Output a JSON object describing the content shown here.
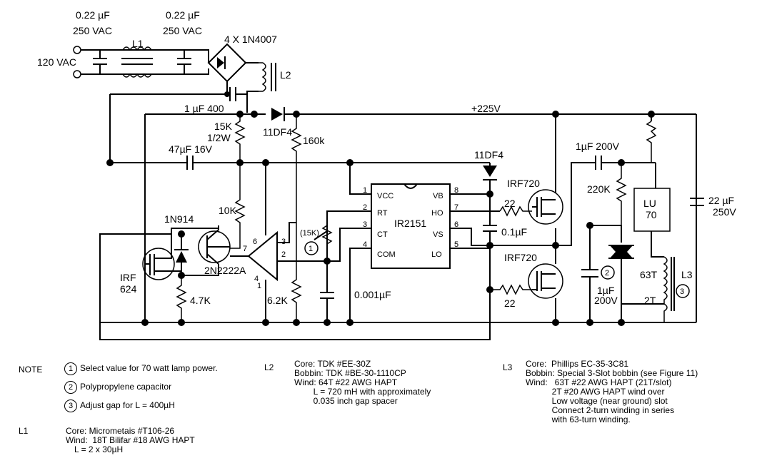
{
  "labels": {
    "cap_in1_val": "0.22 µF",
    "cap_in1_rating": "250 VAC",
    "cap_in2_val": "0.22 µF",
    "cap_in2_rating": "250 VAC",
    "ac_input": "120 VAC",
    "l1": "L1",
    "bridge": "4 X 1N4007",
    "l2": "L2",
    "cap_1u400": "1 µF 400",
    "diode_11df4_a": "11DF4",
    "rail": "+225V",
    "r15k_val": "15K",
    "r15k_rating": "1/2W",
    "r160k": "160k",
    "cap_47u": "47µF 16V",
    "diode_11df4_b": "11DF4",
    "cap_1u200": "1µF 200V",
    "q_hi": "IRF720",
    "r220k": "220K",
    "lamp_lu": "LU",
    "lamp_70": "70",
    "cap_22u_val": "22 µF",
    "cap_22u_rating": "250V",
    "r10k": "10K",
    "d1n914": "1N914",
    "trim15k": "(15K)",
    "ic": "IR2151",
    "pin_vcc": "VCC",
    "pin_vb": "VB",
    "pin_rt": "RT",
    "pin_ho": "HO",
    "pin_ct": "CT",
    "pin_vs": "VS",
    "pin_com": "COM",
    "pin_lo": "LO",
    "r22_top": "22",
    "cap_01u": "0.1µF",
    "q_lo": "IRF720",
    "r22_bot": "22",
    "q_npn": "2N2222A",
    "q_irf624_a": "IRF",
    "q_irf624_b": "624",
    "r47k": "4.7K",
    "r62k": "6.2K",
    "cap_0001u": "0.001µF",
    "cap_1u200b_val": "1µF",
    "cap_1u200b_rating": "200V",
    "l3_63t": "63T",
    "l3": "L3",
    "l3_2t": "2T",
    "pins": [
      "1",
      "2",
      "3",
      "4",
      "5",
      "6",
      "7",
      "8",
      "1",
      "2",
      "3",
      "4",
      "6",
      "7"
    ],
    "callouts": [
      "1",
      "2",
      "3"
    ]
  },
  "notes": {
    "note_label": "NOTE",
    "items": [
      {
        "num": "1",
        "text": "Select value for 70 watt lamp power."
      },
      {
        "num": "2",
        "text": "Polypropylene capacitor"
      },
      {
        "num": "3",
        "text": "Adjust gap for L = 400µH"
      }
    ],
    "l1_label": "L1",
    "l1_lines": [
      "Core: Micrometais #T106-26",
      "Wind:  18T Bilifar #18 AWG HAPT",
      "L = 2 x 30µH"
    ],
    "l2_label": "L2",
    "l2_lines": [
      "Core: TDK #EE-30Z",
      "Bobbin: TDK #BE-30-1110CP",
      "Wind: 64T #22 AWG HAPT",
      "        L = 720 mH with approximately",
      "        0.035 inch gap spacer"
    ],
    "l3_label": "L3",
    "l3_lines": [
      "Core:  Phillips EC-35-3C81",
      "Bobbin: Special 3-Slot bobbin (see Figure 11)",
      "Wind:   63T #22 AWG HAPT (21T/slot)",
      "           2T #20 AWG HAPT wind over",
      "           Low voltage (near ground) slot",
      "           Connect 2-turn winding in series",
      "           with 63-turn winding."
    ]
  }
}
